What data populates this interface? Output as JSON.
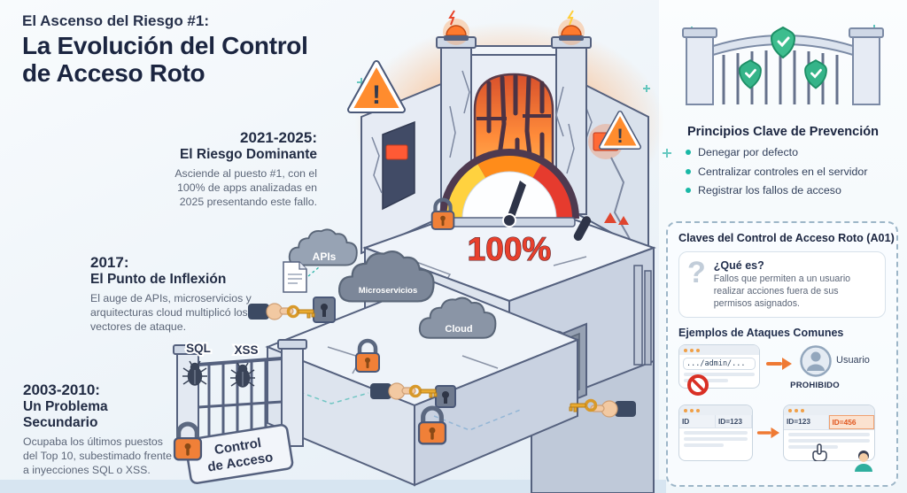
{
  "header": {
    "kicker": "El Ascenso del Riesgo #1:",
    "title_line1": "La Evolución del Control",
    "title_line2": "de Acceso Roto"
  },
  "timeline": [
    {
      "year": "2021-2025:",
      "title": "El Riesgo Dominante",
      "body": "Asciende al puesto #1, con el 100% de apps analizadas en 2025 presentando este fallo."
    },
    {
      "year": "2017:",
      "title": "El Punto de Inflexión",
      "body": "El auge de APIs, microservicios y arquitecturas cloud multiplicó los vectores de ataque."
    },
    {
      "year": "2003-2010:",
      "title": "Un Problema Secundario",
      "body": "Ocupaba los últimos puestos del Top 10, subestimado frente a inyecciones SQL o XSS."
    }
  ],
  "illustration": {
    "gauge_value": "100%",
    "warning_glyph": "!",
    "cloud_labels": [
      "APIs",
      "Microservicios",
      "Cloud"
    ],
    "attack_labels": [
      "SQL",
      "XSS"
    ],
    "gate_label_line1": "Control",
    "gate_label_line2": "de Acceso"
  },
  "prevention": {
    "title": "Principios Clave de Prevención",
    "items": [
      "Denegar por defecto",
      "Centralizar controles en el servidor",
      "Registrar los fallos de acceso"
    ]
  },
  "info_panel": {
    "title": "Claves del Control de Acceso Roto (A01)",
    "what_is_icon": "?",
    "what_is_title": "¿Qué es?",
    "what_is_body": "Fallos que permiten a un usuario realizar acciones fuera de sus permisos asignados.",
    "examples_title": "Ejemplos de Ataques Comunes",
    "example1": {
      "url": ".../admin/...",
      "user_label": "Usuario",
      "status": "PROHIBIDO"
    },
    "example2": {
      "left_header_1": "ID",
      "left_header_2": "ID=123",
      "right_header_1": "ID=123",
      "right_header_2": "ID=456"
    }
  },
  "colors": {
    "accent_orange": "#f07a2e",
    "danger_red": "#e0392a",
    "teal": "#19b8a6",
    "green": "#3dbd8e",
    "navy": "#1b2540"
  }
}
